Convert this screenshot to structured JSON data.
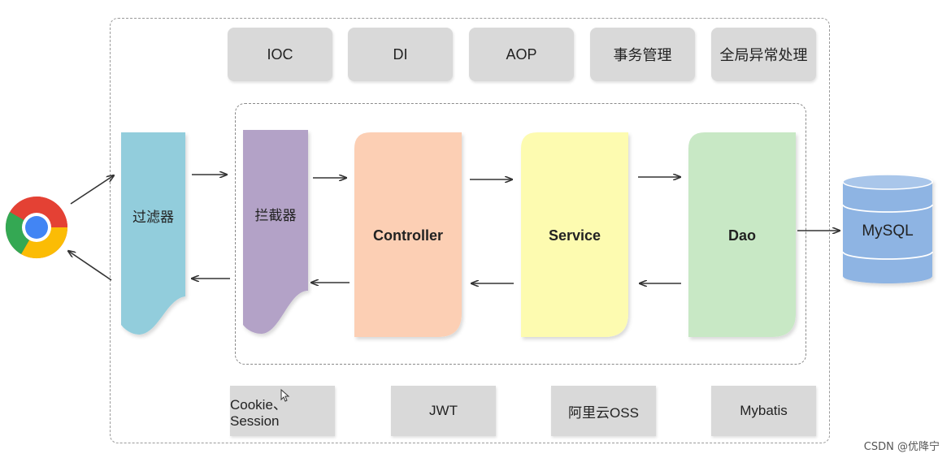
{
  "features": [
    "IOC",
    "DI",
    "AOP",
    "事务管理",
    "全局异常处理"
  ],
  "tools": [
    "Cookie、Session",
    "JWT",
    "阿里云OSS",
    "Mybatis"
  ],
  "components": {
    "filter": "过滤器",
    "interceptor": "拦截器",
    "controller": "Controller",
    "service": "Service",
    "dao": "Dao",
    "database": "MySQL"
  },
  "colors": {
    "filter": "#92cddc",
    "interceptor": "#b3a2c7",
    "controller": "#fccfb4",
    "service": "#fdfbb0",
    "dao": "#c8e8c5",
    "database": "#8eb4e3",
    "feature_box": "#d9d9d9"
  },
  "watermark": "CSDN @优降宁"
}
